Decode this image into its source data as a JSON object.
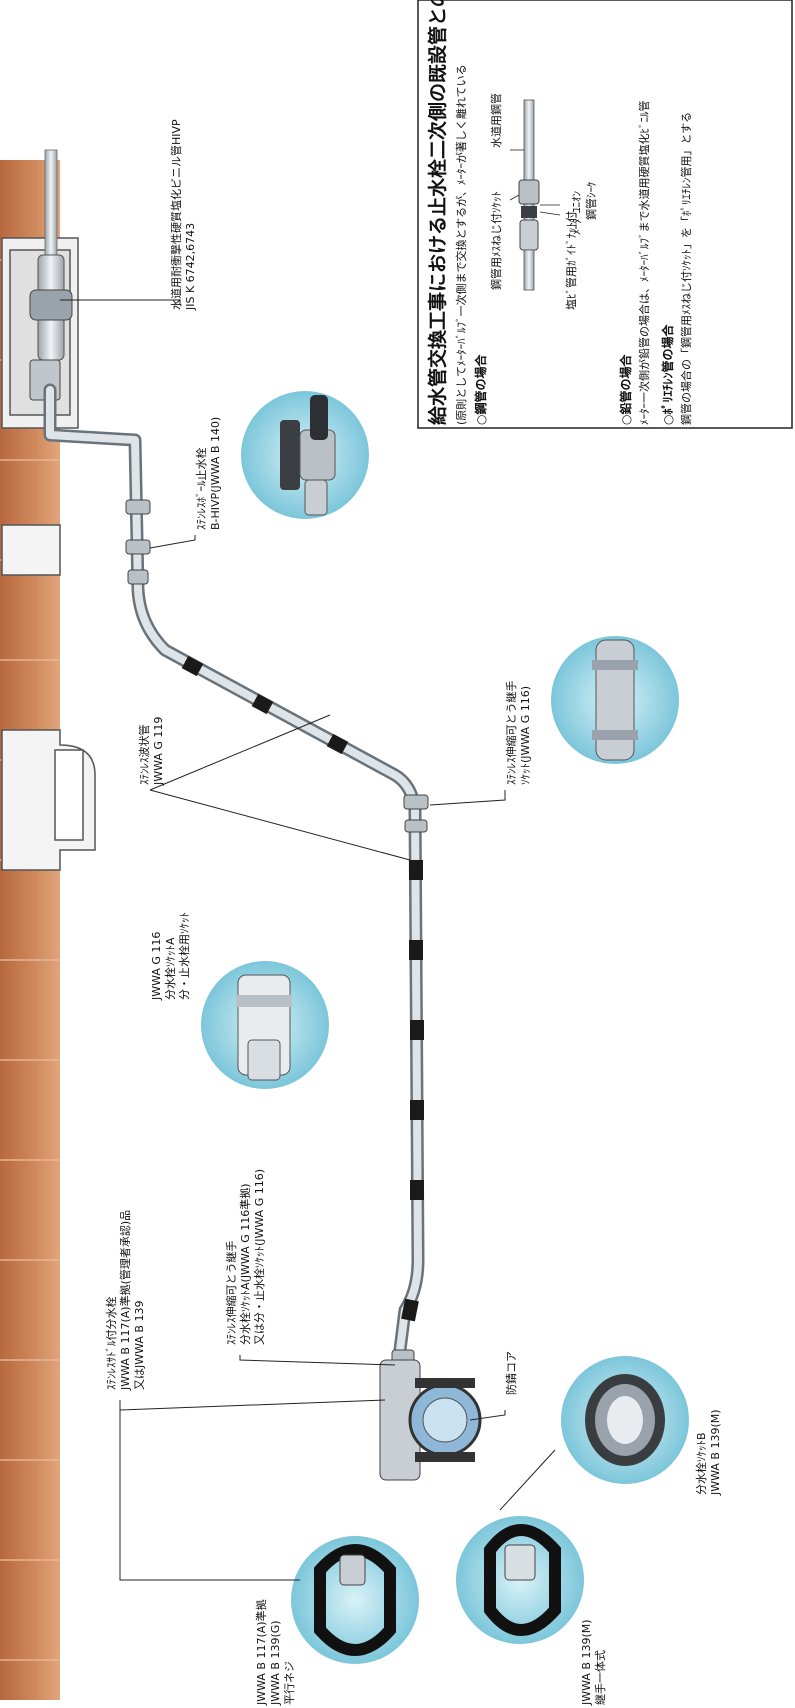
{
  "labels": {
    "hivp_pipe": [
      "水道用耐衝撃性硬質塩化ビニル管HIVP",
      "JIS K 6742,6743"
    ],
    "ball_stop_valve": [
      "ｽﾃﾝﾚｽﾎﾞｰﾙ止水栓",
      "B-HIVP(JWWA B 140)"
    ],
    "corrugated_pipe": [
      "ｽﾃﾝﾚｽ波状管",
      "JWWA G 119"
    ],
    "expansion_socket": [
      "ｽﾃﾝﾚｽ伸縮可とう継手",
      "ｿｹｯﾄ(JWWA G 116)"
    ],
    "socket_a": [
      "JWWA G 116",
      "分水栓ｿｹｯﾄA",
      "分・止水栓用ｿｹｯﾄ"
    ],
    "expansion_joint_full": [
      "ｽﾃﾝﾚｽ伸縮可とう継手",
      "分水栓ｿｹｯﾄA(JWWA G 116準拠)",
      "又は分・止水栓ｿｹｯﾄ(JWWA G 116)"
    ],
    "saddle_valve": [
      "ｽﾃﾝﾚｽｻﾄﾞﾙ付分水栓",
      "JWWA B 117(A)準拠(管理者承認)品",
      "又はJWWA B 139"
    ],
    "anticorrosion_core": [
      "防錆コア"
    ],
    "saddle_flat": [
      "JWWA B 117(A)準拠",
      "JWWA B 139(G)",
      "平行ネジ"
    ],
    "saddle_integral": [
      "JWWA B 139(M)",
      "継手一体式"
    ],
    "socket_b": [
      "分水栓ｿｹｯﾄB",
      "JWWA B 139(M)"
    ]
  },
  "inset": {
    "title": "給水管交換工事における止水栓二次側の既設管との接続",
    "note": "(原則としてﾒｰﾀｰﾊﾞﾙﾌﾞ一次側まで交換とするが、ﾒｰﾀｰが著しく離れている",
    "steel_case": "○鋼管の場合",
    "water_steel_pipe": "水道用鋼管",
    "female_socket": "鋼管用ﾒｽねじ付ｿｹｯﾄ",
    "meter_union": "ﾒｰﾀｰﾕﾆｵﾝ",
    "pvc_guide": "塩ﾋﾞ管用ｶﾞｲﾄﾞﾅｯﾄ付",
    "steel_sieve": "鋼管ｼｰｹ",
    "lead_case": "○鉛管の場合",
    "lead_note": "ﾒｰﾀｰ一次側が鉛管の場合は、ﾒｰﾀｰﾊﾞﾙﾌﾞまで水道用硬質塩化ﾋﾞﾆﾙ管",
    "pe_case": "○ﾎﾟﾘｴﾁﾚﾝ管の場合",
    "pe_note": "鋼管の場合の「鋼管用ﾒｽねじ付ｿｹｯﾄ」を「ﾎﾟﾘｴﾁﾚﾝ管用」とする"
  },
  "colors": {
    "soil": "#c8805a",
    "bubble": "#8fd0e0",
    "pipe": "#cdd3d8",
    "band": "#1a1a1a"
  }
}
